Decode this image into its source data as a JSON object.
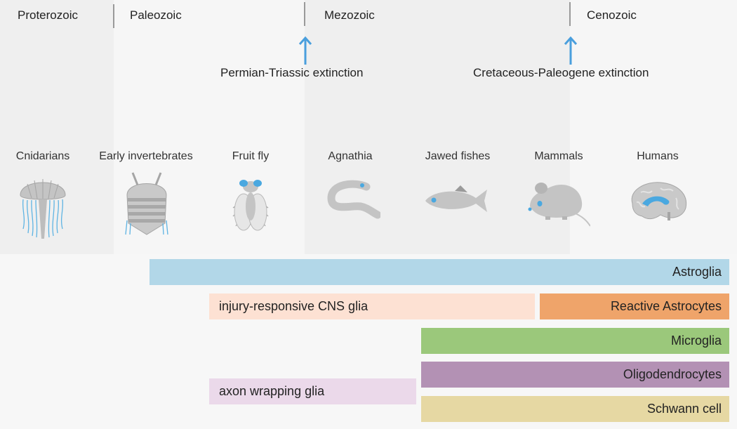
{
  "eras": [
    {
      "label": "Proterozoic"
    },
    {
      "label": "Paleozoic"
    },
    {
      "label": "Mezozoic"
    },
    {
      "label": "Cenozoic"
    }
  ],
  "events": [
    {
      "label": "Permian-Triassic extinction"
    },
    {
      "label": "Cretaceous-Paleogene extinction"
    }
  ],
  "organisms": [
    {
      "label": "Cnidarians",
      "icon": "jellyfish-icon"
    },
    {
      "label": "Early invertebrates",
      "icon": "trilobite-icon"
    },
    {
      "label": "Fruit fly",
      "icon": "fruit-fly-icon"
    },
    {
      "label": "Agnathia",
      "icon": "lamprey-icon"
    },
    {
      "label": "Jawed fishes",
      "icon": "fish-icon"
    },
    {
      "label": "Mammals",
      "icon": "mouse-icon"
    },
    {
      "label": "Humans",
      "icon": "human-brain-icon"
    }
  ],
  "glia": [
    {
      "label": "Astroglia",
      "color": "#b2d7e8"
    },
    {
      "label": "injury-responsive CNS glia",
      "color": "#fde1d3"
    },
    {
      "label": "Reactive Astrocytes",
      "color": "#efa46a"
    },
    {
      "label": "Microglia",
      "color": "#9bc87b"
    },
    {
      "label": "Oligodendrocytes",
      "color": "#b391b4"
    },
    {
      "label": "axon wrapping glia",
      "color": "#ebd9ea"
    },
    {
      "label": "Schwann cell",
      "color": "#e6d8a3"
    }
  ],
  "colors": {
    "accent_blue": "#4a9fdd",
    "icon_gray": "#c4c4c4",
    "icon_dark": "#9a9a9a"
  }
}
